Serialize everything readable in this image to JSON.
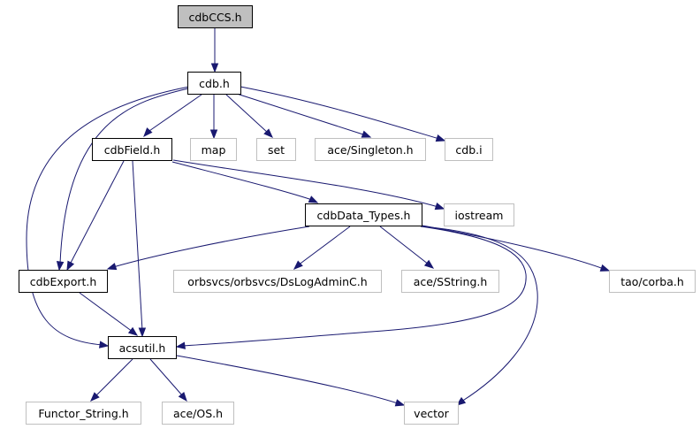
{
  "nodes": {
    "cdbCCS_h": "cdbCCS.h",
    "cdb_h": "cdb.h",
    "cdbField_h": "cdbField.h",
    "map": "map",
    "set": "set",
    "ace_Singleton_h": "ace/Singleton.h",
    "cdb_i": "cdb.i",
    "cdbData_Types_h": "cdbData_Types.h",
    "iostream": "iostream",
    "cdbExport_h": "cdbExport.h",
    "orbsvcs_DsLogAdminC_h": "orbsvcs/orbsvcs/DsLogAdminC.h",
    "ace_SString_h": "ace/SString.h",
    "tao_corba_h": "tao/corba.h",
    "acsutil_h": "acsutil.h",
    "Functor_String_h": "Functor_String.h",
    "ace_OS_h": "ace/OS.h",
    "vector": "vector"
  },
  "colors": {
    "edge": "#191970",
    "root_fill": "#bfbfbf",
    "external_border": "#bfbfbf"
  }
}
